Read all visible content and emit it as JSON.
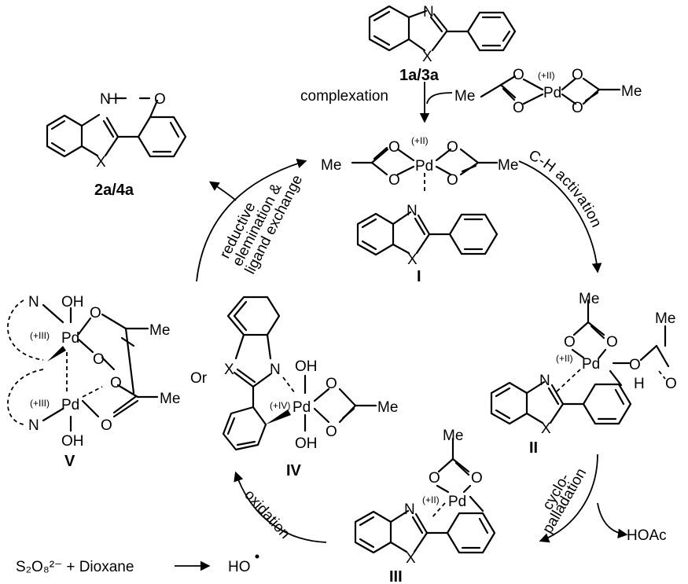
{
  "compounds": {
    "substrate": "1a/3a",
    "product": "2a/4a",
    "int1": "I",
    "int2": "II",
    "int3": "III",
    "int4": "IV",
    "int5": "V"
  },
  "steps": {
    "complexation": "complexation",
    "ch_activation": "C-H activation",
    "cyclo_1": "cyclo-",
    "cyclo_2": "palladation",
    "reductive_1": "reductive",
    "reductive_2": "elemination &",
    "reductive_3": "ligand exchange",
    "oxidation": "oxidation"
  },
  "labels": {
    "me": "Me",
    "pd": "Pd",
    "o": "O",
    "n": "N",
    "x": "X",
    "h": "H",
    "oh": "OH",
    "ho_radical": "HO",
    "hoac": "HOAc",
    "or": "Or",
    "pd_ii": "(+II)",
    "pd_iii": "(+III)",
    "pd_iv": "(+IV)"
  },
  "reagent": {
    "persulfate": "S₂O₈²⁻ + Dioxane"
  }
}
